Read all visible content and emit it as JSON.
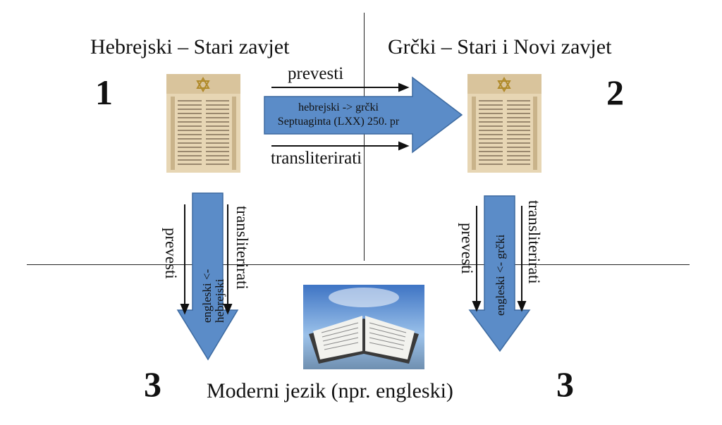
{
  "headings": {
    "hebrew": "Hebrejski – Stari zavjet",
    "greek": "Grčki – Stari i Novi zavjet",
    "modern": "Moderni jezik (npr. engleski)"
  },
  "numbers": {
    "n1": "1",
    "n2": "2",
    "n3_left": "3",
    "n3_right": "3"
  },
  "top_arrow": {
    "label_above": "prevesti",
    "label_below": "transliterirati",
    "inner_line1": "hebrejski -> grčki",
    "inner_line2": "Septuaginta (LXX) 250. pr"
  },
  "left_arrow": {
    "label_left": "prevesti",
    "label_right": "transliterirati",
    "inner_line1": "engleski <-",
    "inner_line2": "hebrejski"
  },
  "right_arrow": {
    "label_left": "prevesti",
    "label_right": "transliterirati",
    "inner": "engleski <- grčki"
  },
  "images": {
    "torah_left": "torah-scroll",
    "torah_right": "torah-scroll",
    "bible": "open-bible"
  },
  "colors": {
    "arrow_fill": "#5b8cc8",
    "arrow_stroke": "#3d6aa0"
  }
}
